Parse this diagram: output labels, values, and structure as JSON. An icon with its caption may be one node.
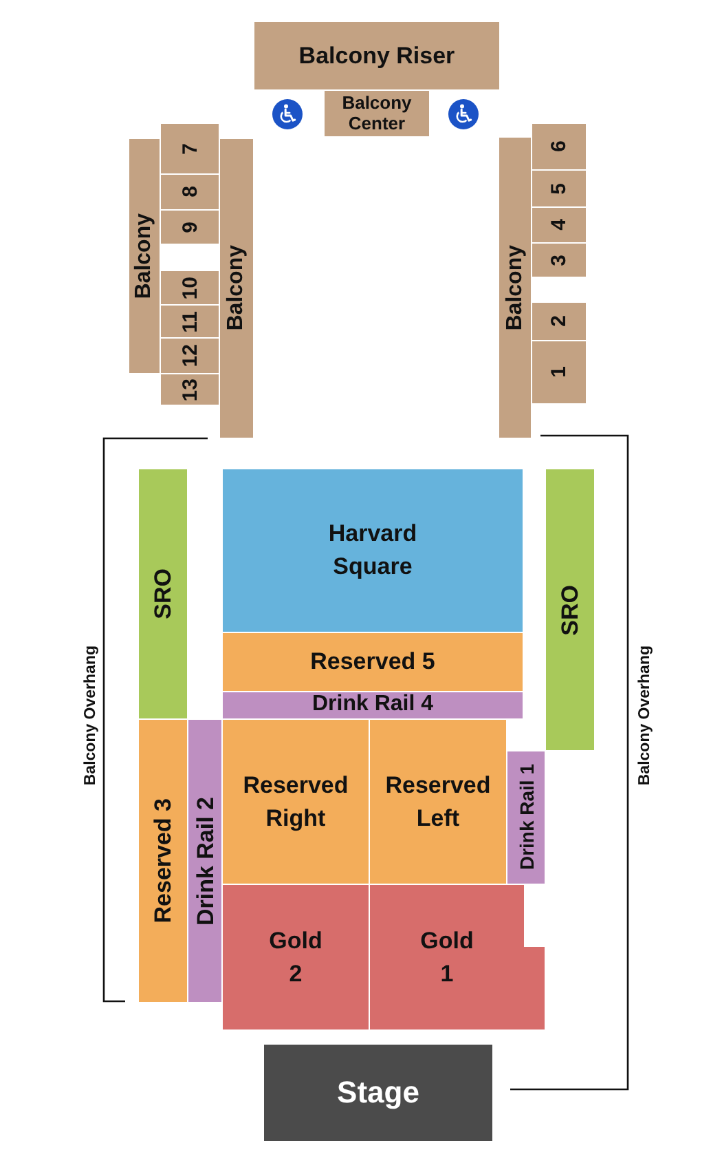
{
  "diagram": {
    "nodes": [
      {
        "text": [
          "Balcony Riser"
        ]
      },
      {
        "text": [
          "Balcony Center"
        ]
      },
      {
        "text": [
          "Balcony"
        ]
      },
      {
        "text": [
          "7"
        ]
      },
      {
        "text": [
          "8"
        ]
      },
      {
        "text": [
          "9"
        ]
      },
      {
        "text": [
          "10"
        ]
      },
      {
        "text": [
          "11"
        ]
      },
      {
        "text": [
          "12"
        ]
      },
      {
        "text": [
          "13"
        ]
      },
      {
        "text": [
          "Balcony"
        ]
      },
      {
        "text": [
          "Balcony"
        ]
      },
      {
        "text": [
          "6"
        ]
      },
      {
        "text": [
          "5"
        ]
      },
      {
        "text": [
          "4"
        ]
      },
      {
        "text": [
          "3"
        ]
      },
      {
        "text": [
          "2"
        ]
      },
      {
        "text": [
          "1"
        ]
      },
      {
        "text": [
          "SRO"
        ]
      },
      {
        "text": [
          "Harvard Square"
        ]
      },
      {
        "text": [
          "Reserved 5"
        ]
      },
      {
        "text": [
          "Drink Rail 4"
        ]
      },
      {
        "text": [
          "SRO"
        ]
      },
      {
        "text": [
          "Reserved 3"
        ]
      },
      {
        "text": [
          "Drink Rail 2"
        ]
      },
      {
        "text": [
          "Reserved Right"
        ]
      },
      {
        "text": [
          "Reserved Left"
        ]
      },
      {
        "text": [
          "Drink Rail 1"
        ]
      },
      {
        "text": [
          "Gold 2"
        ]
      },
      {
        "text": [
          "Gold 1"
        ]
      },
      {
        "text": [
          "Stage"
        ]
      }
    ],
    "edges": [],
    "labels": [
      "Balcony Overhang",
      "Balcony Overhang"
    ]
  }
}
